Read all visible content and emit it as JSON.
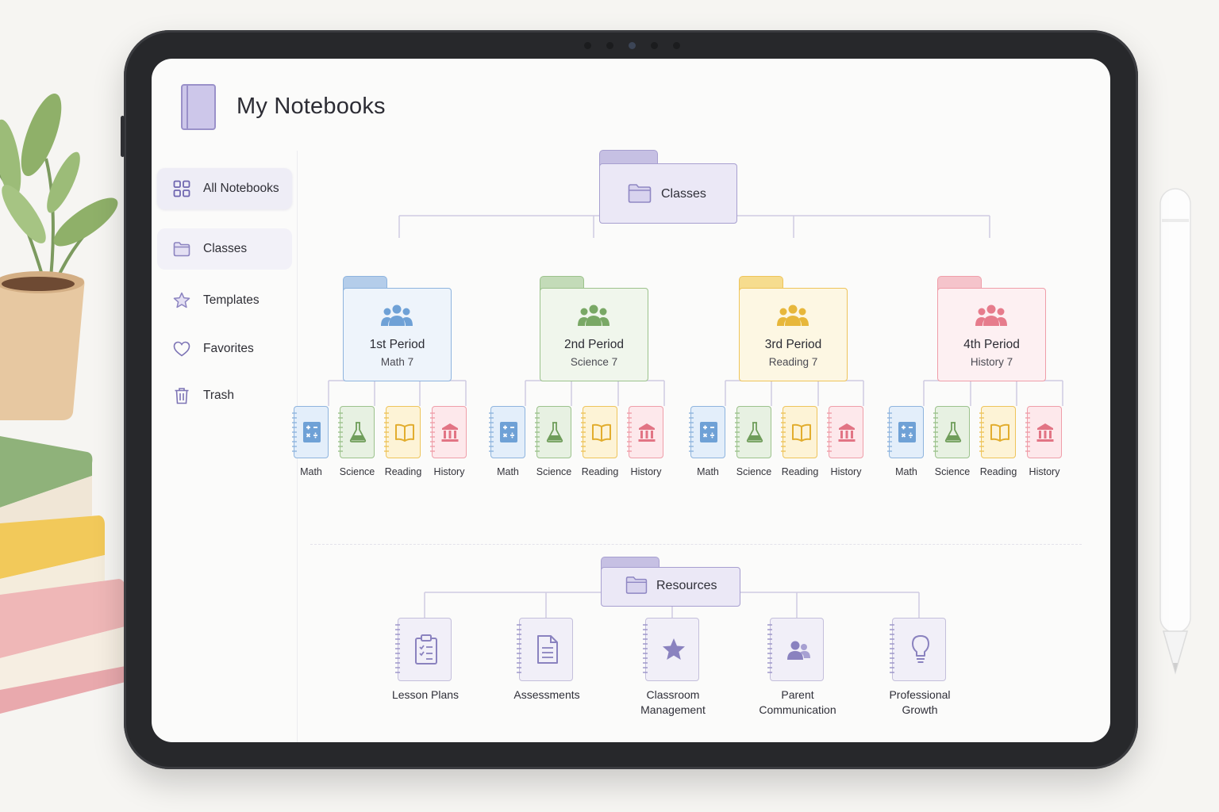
{
  "app": {
    "title": "My Notebooks"
  },
  "colors": {
    "lavender": "#c9c3e6",
    "blue": "#a9c8ea",
    "green": "#b9d6ae",
    "yellow": "#f5d77f",
    "pink": "#f3b9c1",
    "tree_lines": "#cfcbe2"
  },
  "sidebar": {
    "items": [
      {
        "label": "All Notebooks",
        "icon": "grid-icon",
        "state": "active"
      },
      {
        "label": "Classes",
        "icon": "folder-icon",
        "state": "highlighted"
      },
      {
        "label": "Templates",
        "icon": "star-icon",
        "state": "normal"
      },
      {
        "label": "Favorites",
        "icon": "heart-icon",
        "state": "normal"
      },
      {
        "label": "Trash",
        "icon": "trash-icon",
        "state": "normal"
      }
    ]
  },
  "tree": {
    "root": {
      "label": "Classes",
      "icon": "folder-icon"
    },
    "classes": [
      {
        "title": "1st Period",
        "subtitle": "Math 7",
        "color": "blue",
        "icon": "people-icon",
        "notebooks": [
          "Math",
          "Science",
          "Reading",
          "History"
        ]
      },
      {
        "title": "2nd Period",
        "subtitle": "Science 7",
        "color": "green",
        "icon": "people-icon",
        "notebooks": [
          "Math",
          "Science",
          "Reading",
          "History"
        ]
      },
      {
        "title": "3rd Period",
        "subtitle": "Reading 7",
        "color": "yellow",
        "icon": "people-icon",
        "notebooks": [
          "Math",
          "Science",
          "Reading",
          "History"
        ]
      },
      {
        "title": "4th Period",
        "subtitle": "History 7",
        "color": "pink",
        "icon": "people-icon",
        "notebooks": [
          "Math",
          "Science",
          "Reading",
          "History"
        ]
      }
    ],
    "notebook_icons": [
      "calculator-icon",
      "flask-icon",
      "book-icon",
      "building-icon"
    ],
    "resources": {
      "label": "Resources",
      "icon": "folder-icon",
      "items": [
        {
          "label": "Lesson Plans",
          "icon": "clipboard-icon"
        },
        {
          "label": "Assessments",
          "icon": "document-icon"
        },
        {
          "label": "Classroom\nManagement",
          "icon": "star-icon"
        },
        {
          "label": "Parent\nCommunication",
          "icon": "people-icon"
        },
        {
          "label": "Professional\nGrowth",
          "icon": "lightbulb-icon"
        }
      ]
    }
  }
}
